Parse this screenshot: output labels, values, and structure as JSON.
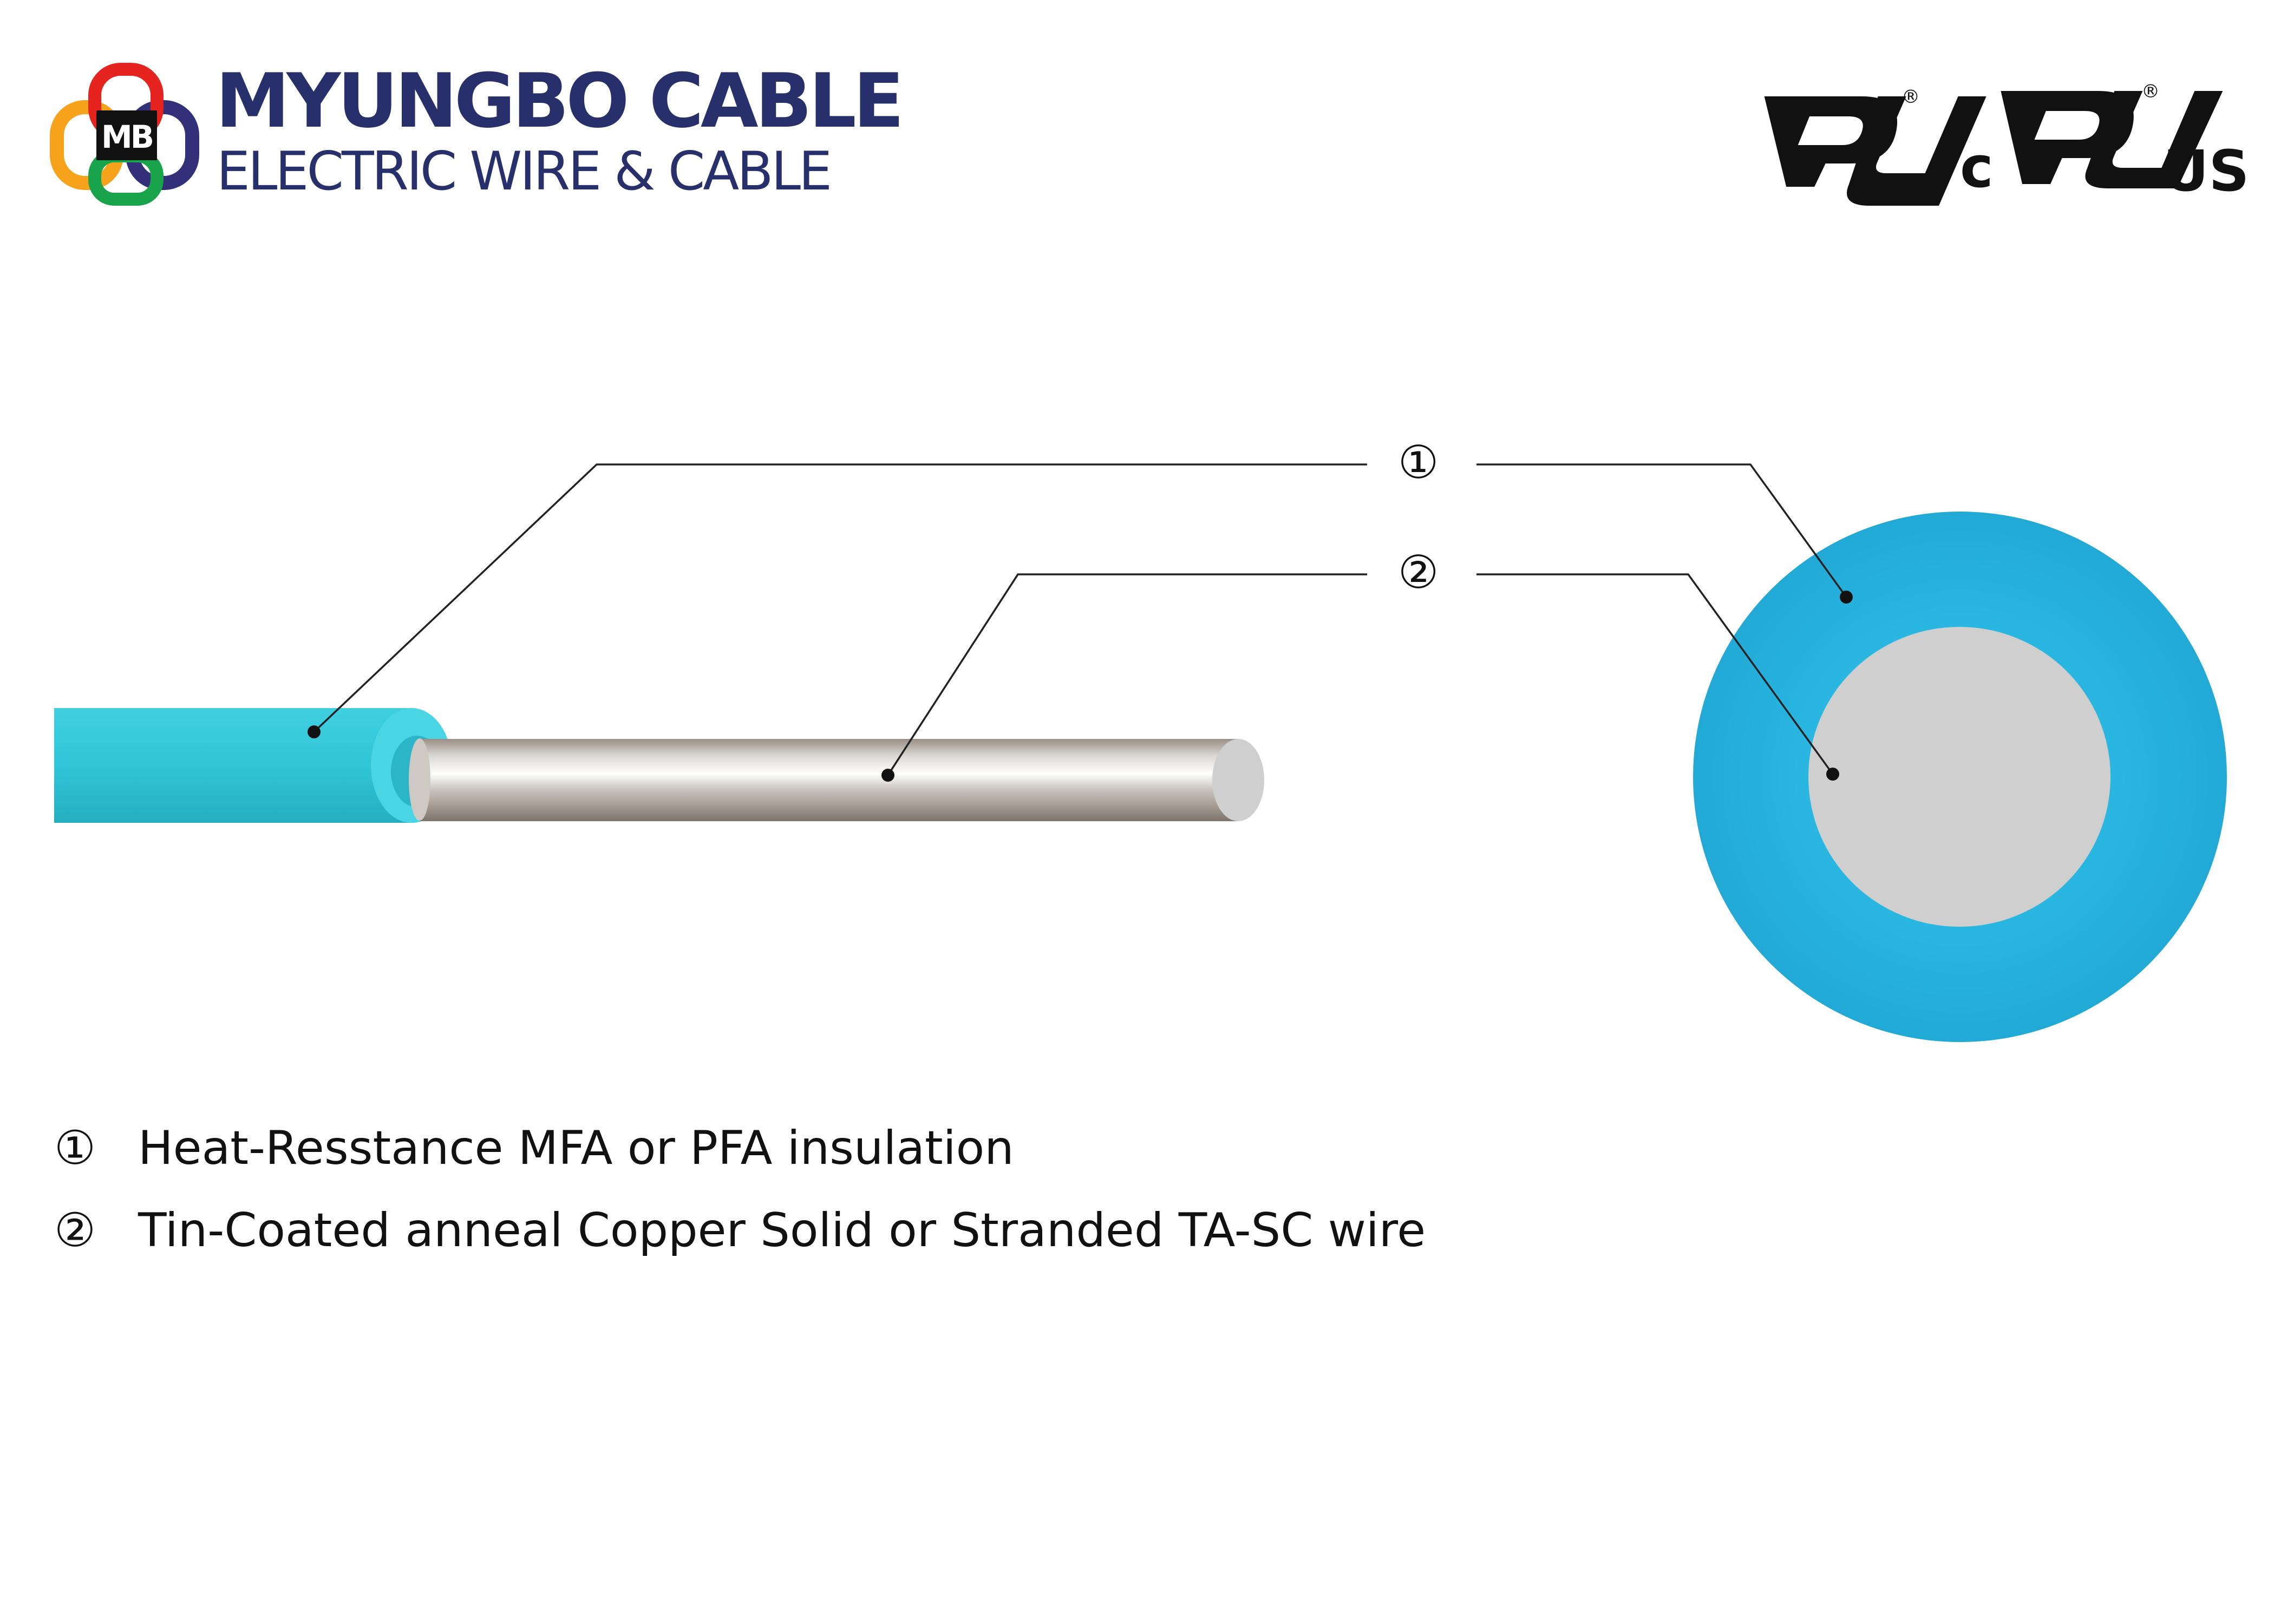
{
  "brand": {
    "logo_initials": "MB",
    "name": "MYUNGBO CABLE",
    "tagline": "ELECTRIC WIRE & CABLE",
    "colors": {
      "orange": "#f7a21b",
      "red": "#e52420",
      "navy": "#33307a",
      "green": "#19a34a",
      "text": "#27306b"
    }
  },
  "certifications": {
    "ul_mark": "UL recognized component mark",
    "cul_prefix": "c",
    "cul_suffix": "US",
    "registered_symbol": "®"
  },
  "callouts": [
    {
      "number": "①",
      "part": "insulation"
    },
    {
      "number": "②",
      "part": "conductor"
    }
  ],
  "legend": [
    {
      "number": "①",
      "text": "Heat-Resstance MFA or PFA insulation"
    },
    {
      "number": "②",
      "text": "Tin-Coated anneal Copper Solid or Stranded TA-SC wire"
    }
  ],
  "colors": {
    "insulation_side": "#2ec4d6",
    "insulation_cross_section": "#27b3e0",
    "conductor": "#cfcfcf",
    "leader_line": "#222222"
  }
}
